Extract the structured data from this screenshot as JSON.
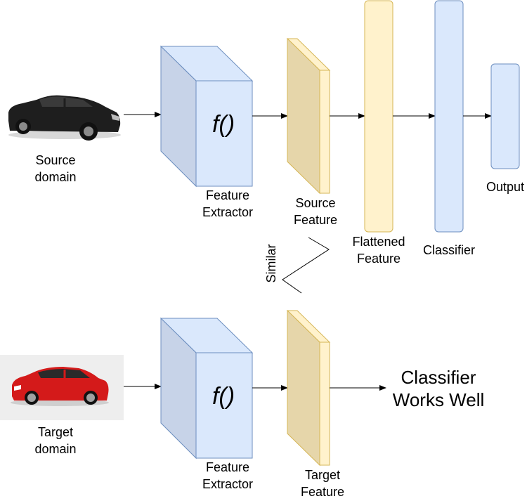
{
  "colors": {
    "blue_face": "#dae8fc",
    "blue_side": "#c7d3e8",
    "blue_stroke": "#6c8ebf",
    "tan_face": "#fff2cc",
    "tan_side": "#e6d6aa",
    "tan_stroke": "#d6b656",
    "source_car": "#1e1e1e",
    "target_car": "#d41a1a"
  },
  "source": {
    "image_icon": "black-sedan-car",
    "label_line1": "Source",
    "label_line2": "domain",
    "extractor_fn": "f()",
    "extractor_line1": "Feature",
    "extractor_line2": "Extractor",
    "feature_line1": "Source",
    "feature_line2": "Feature",
    "flattened_line1": "Flattened",
    "flattened_line2": "Feature",
    "classifier_label": "Classifier",
    "output_label": "Output"
  },
  "similar_label": "Similar",
  "target": {
    "image_icon": "red-suv-car",
    "label_line1": "Target",
    "label_line2": "domain",
    "extractor_fn": "f()",
    "extractor_line1": "Feature",
    "extractor_line2": "Extractor",
    "feature_line1": "Target",
    "feature_line2": "Feature",
    "result_line1": "Classifier",
    "result_line2": "Works Well"
  }
}
